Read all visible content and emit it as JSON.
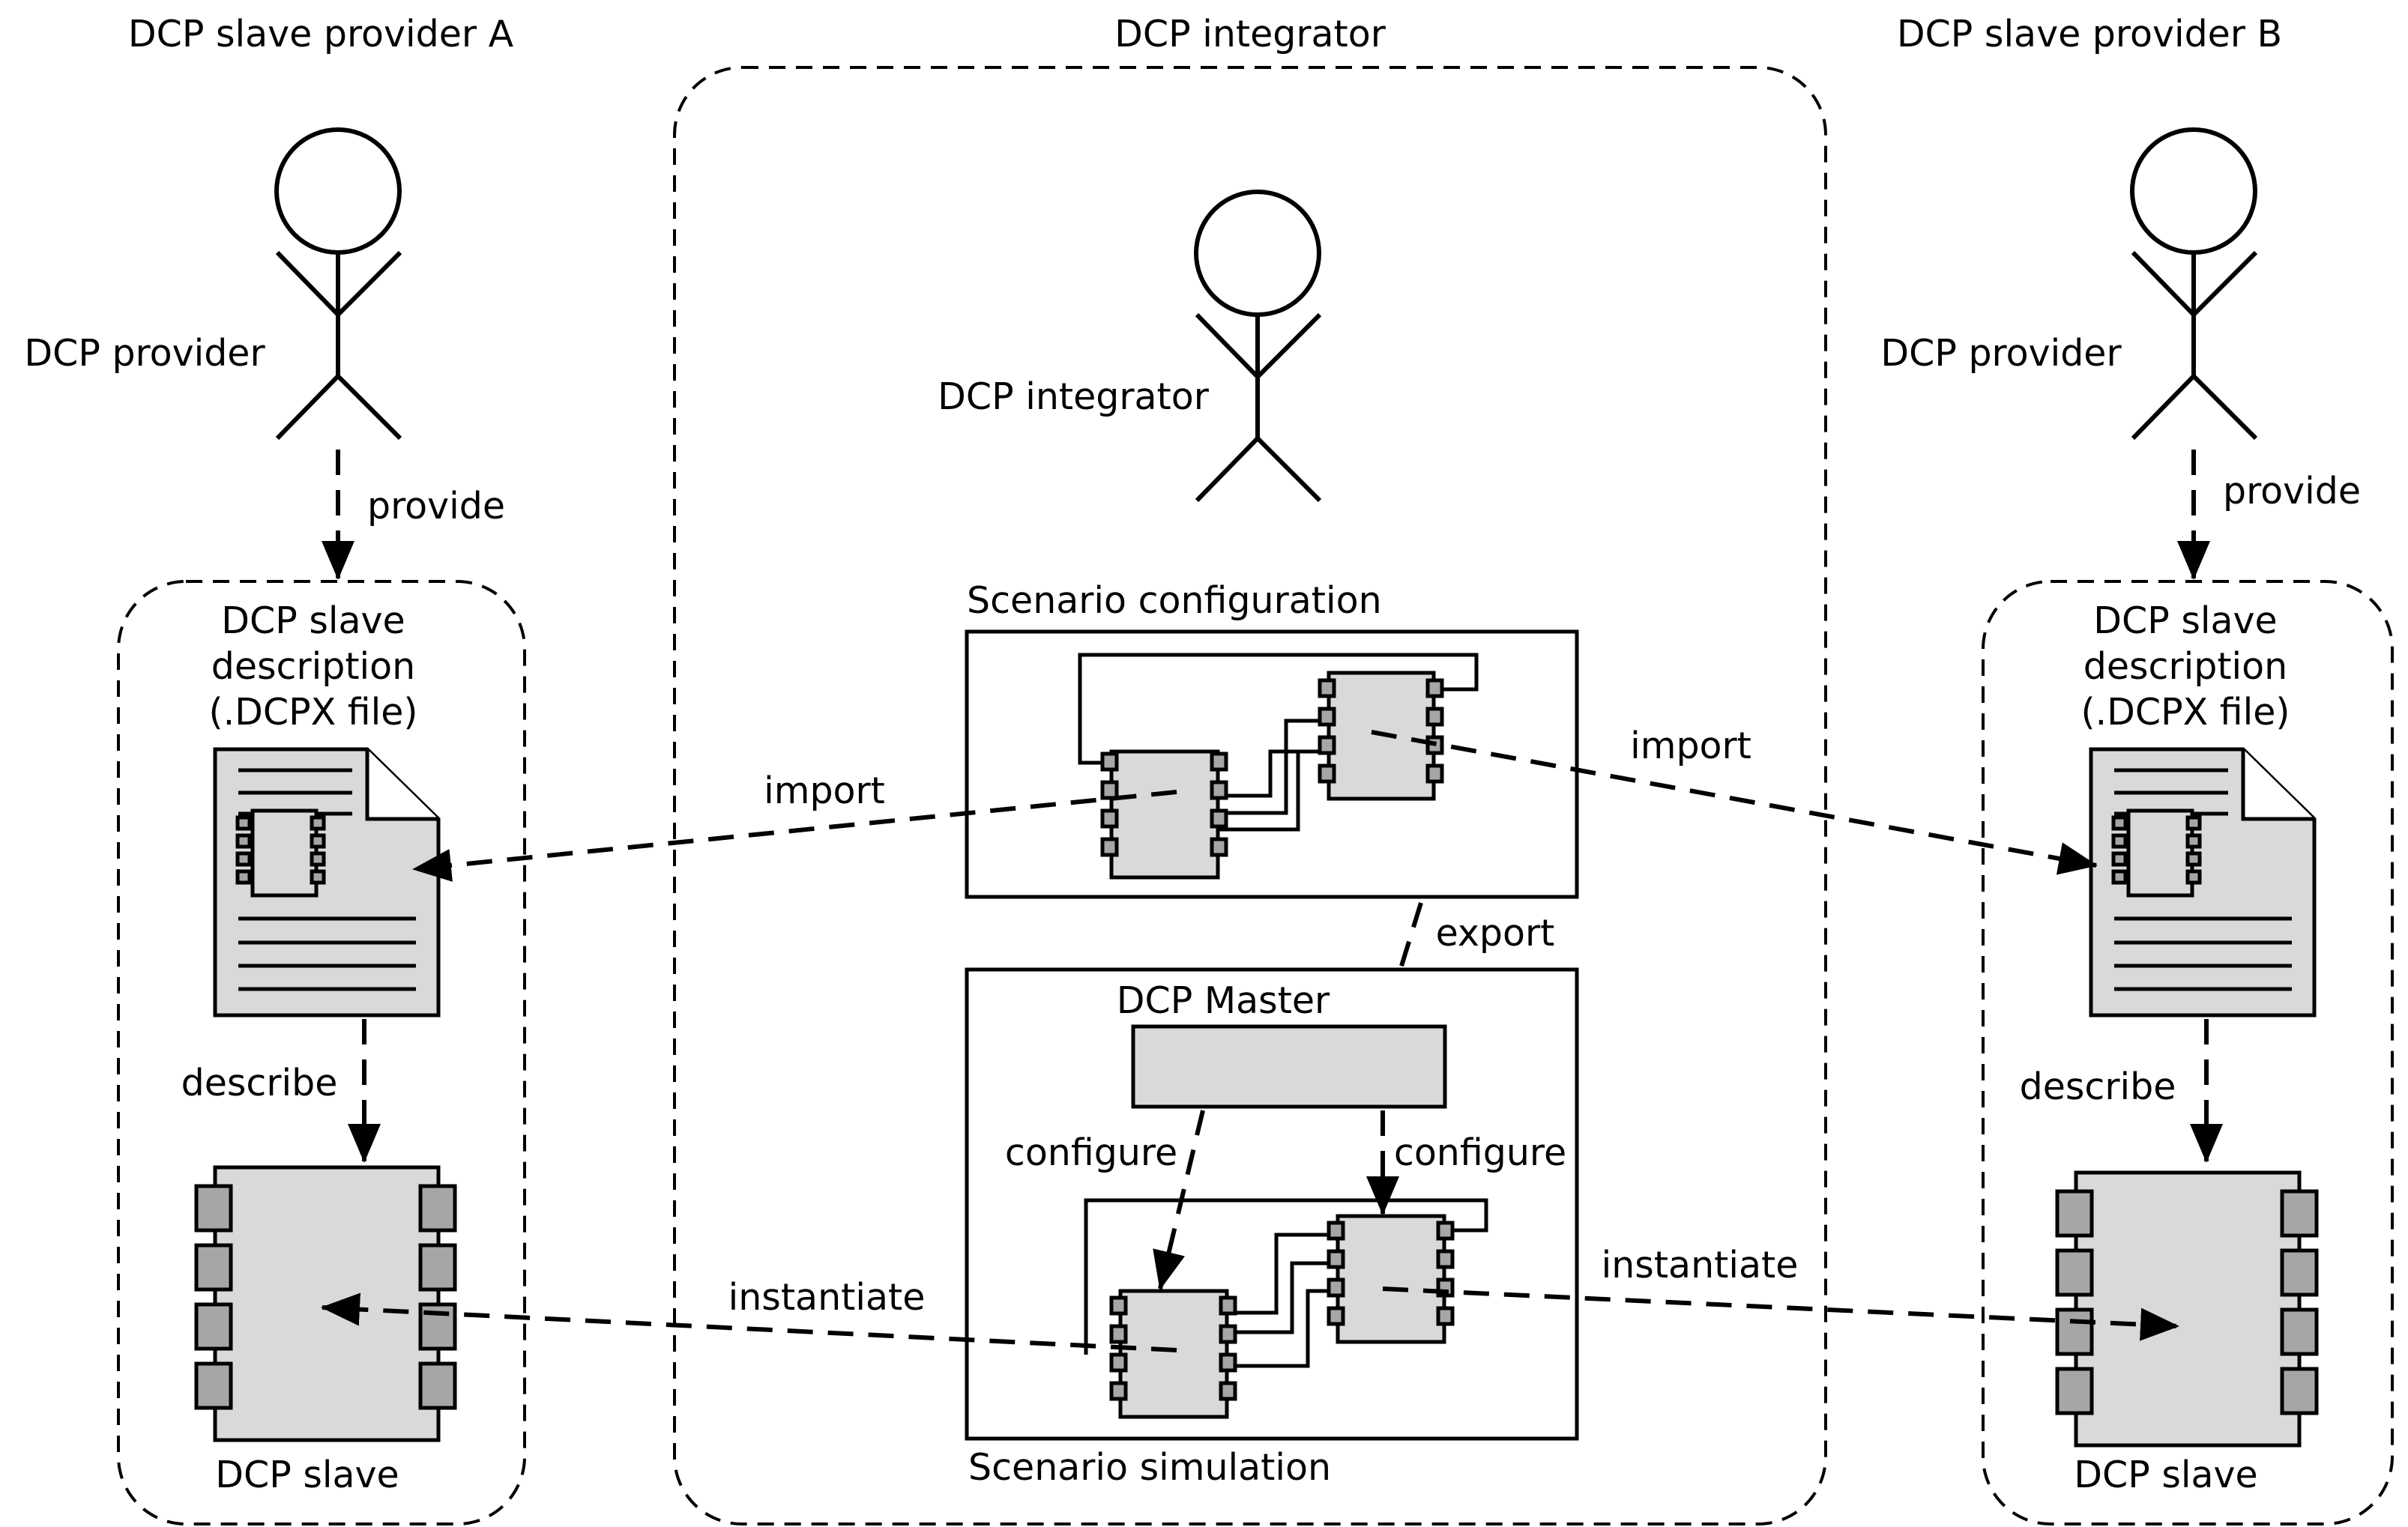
{
  "colors": {
    "stroke": "#000000",
    "fill_light": "#d9d9d9",
    "fill_port": "#a6a6a6",
    "background": "#ffffff"
  },
  "titles": {
    "provider_a": "DCP slave provider A",
    "integrator": "DCP integrator",
    "provider_b": "DCP slave provider B"
  },
  "actors": {
    "provider_a": "DCP provider",
    "integrator": "DCP integrator",
    "provider_b": "DCP provider"
  },
  "slave_groups": {
    "a": {
      "description_line1": "DCP slave",
      "description_line2": "description",
      "description_line3": "(.DCPX file)",
      "slave_label": "DCP slave",
      "file_icon": "document-icon",
      "slave_icon": "component-block-icon"
    },
    "b": {
      "description_line1": "DCP slave",
      "description_line2": "description",
      "description_line3": "(.DCPX file)",
      "slave_label": "DCP slave",
      "file_icon": "document-icon",
      "slave_icon": "component-block-icon"
    }
  },
  "scenario": {
    "configuration_label": "Scenario configuration",
    "simulation_label": "Scenario simulation",
    "master_label": "DCP Master"
  },
  "relations": {
    "provide_a": "provide",
    "provide_b": "provide",
    "import_a": "import",
    "import_b": "import",
    "describe_a": "describe",
    "describe_b": "describe",
    "export": "export",
    "configure_left": "configure",
    "configure_right": "configure",
    "instantiate_a": "instantiate",
    "instantiate_b": "instantiate"
  }
}
